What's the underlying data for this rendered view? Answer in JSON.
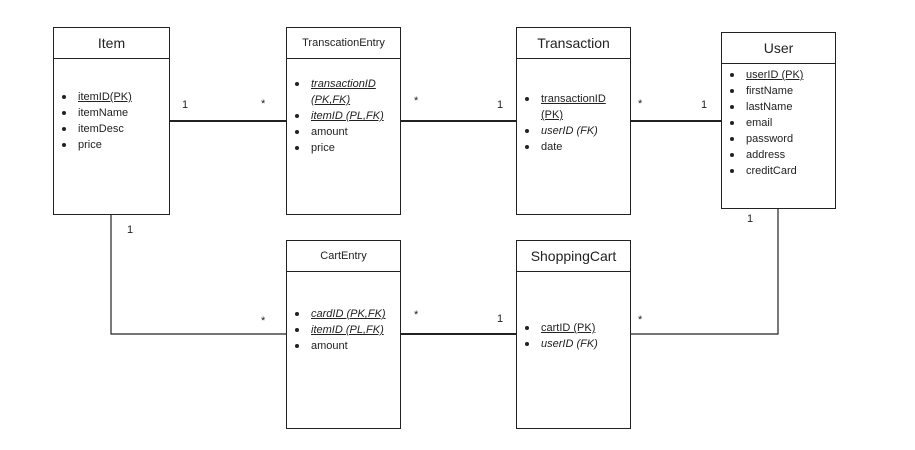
{
  "entities": {
    "item": {
      "name": "Item",
      "attributes": [
        {
          "text": "itemID(PK)",
          "underline": true,
          "italic": false
        },
        {
          "text": "itemName",
          "underline": false,
          "italic": false
        },
        {
          "text": "itemDesc",
          "underline": false,
          "italic": false
        },
        {
          "text": "price",
          "underline": false,
          "italic": false
        }
      ]
    },
    "transaction_entry": {
      "name": "TranscationEntry",
      "attributes": [
        {
          "text": "transactionID (PK,FK)",
          "underline": true,
          "italic": true
        },
        {
          "text": "itemID (PL,FK)",
          "underline": true,
          "italic": true
        },
        {
          "text": "amount",
          "underline": false,
          "italic": false
        },
        {
          "text": "price",
          "underline": false,
          "italic": false
        }
      ]
    },
    "transaction": {
      "name": "Transaction",
      "attributes": [
        {
          "text": "transactionID (PK)",
          "underline": true,
          "italic": false
        },
        {
          "text": "userID (FK)",
          "underline": false,
          "italic": true
        },
        {
          "text": "date",
          "underline": false,
          "italic": false
        }
      ]
    },
    "user": {
      "name": "User",
      "attributes": [
        {
          "text": "userID (PK)",
          "underline": true,
          "italic": false
        },
        {
          "text": "firstName",
          "underline": false,
          "italic": false
        },
        {
          "text": "lastName",
          "underline": false,
          "italic": false
        },
        {
          "text": "email",
          "underline": false,
          "italic": false
        },
        {
          "text": "password",
          "underline": false,
          "italic": false
        },
        {
          "text": "address",
          "underline": false,
          "italic": false
        },
        {
          "text": "creditCard",
          "underline": false,
          "italic": false
        }
      ]
    },
    "cart_entry": {
      "name": "CartEntry",
      "attributes": [
        {
          "text": "cardID (PK,FK)",
          "underline": true,
          "italic": true
        },
        {
          "text": "itemID (PL,FK)",
          "underline": true,
          "italic": true
        },
        {
          "text": "amount",
          "underline": false,
          "italic": false
        }
      ]
    },
    "shopping_cart": {
      "name": "ShoppingCart",
      "attributes": [
        {
          "text": "cartID (PK)",
          "underline": true,
          "italic": false
        },
        {
          "text": "userID (FK)",
          "underline": false,
          "italic": true
        }
      ]
    }
  },
  "multiplicities": {
    "item_entry_one": "1",
    "item_entry_many": "*",
    "entry_txn_many": "*",
    "entry_txn_one": "1",
    "txn_user_many": "*",
    "txn_user_one": "1",
    "item_cart_one": "1",
    "item_cart_many": "*",
    "cartentry_cart_many": "*",
    "cartentry_cart_one": "1",
    "cart_user_many": "*",
    "user_cart_one": "1"
  }
}
